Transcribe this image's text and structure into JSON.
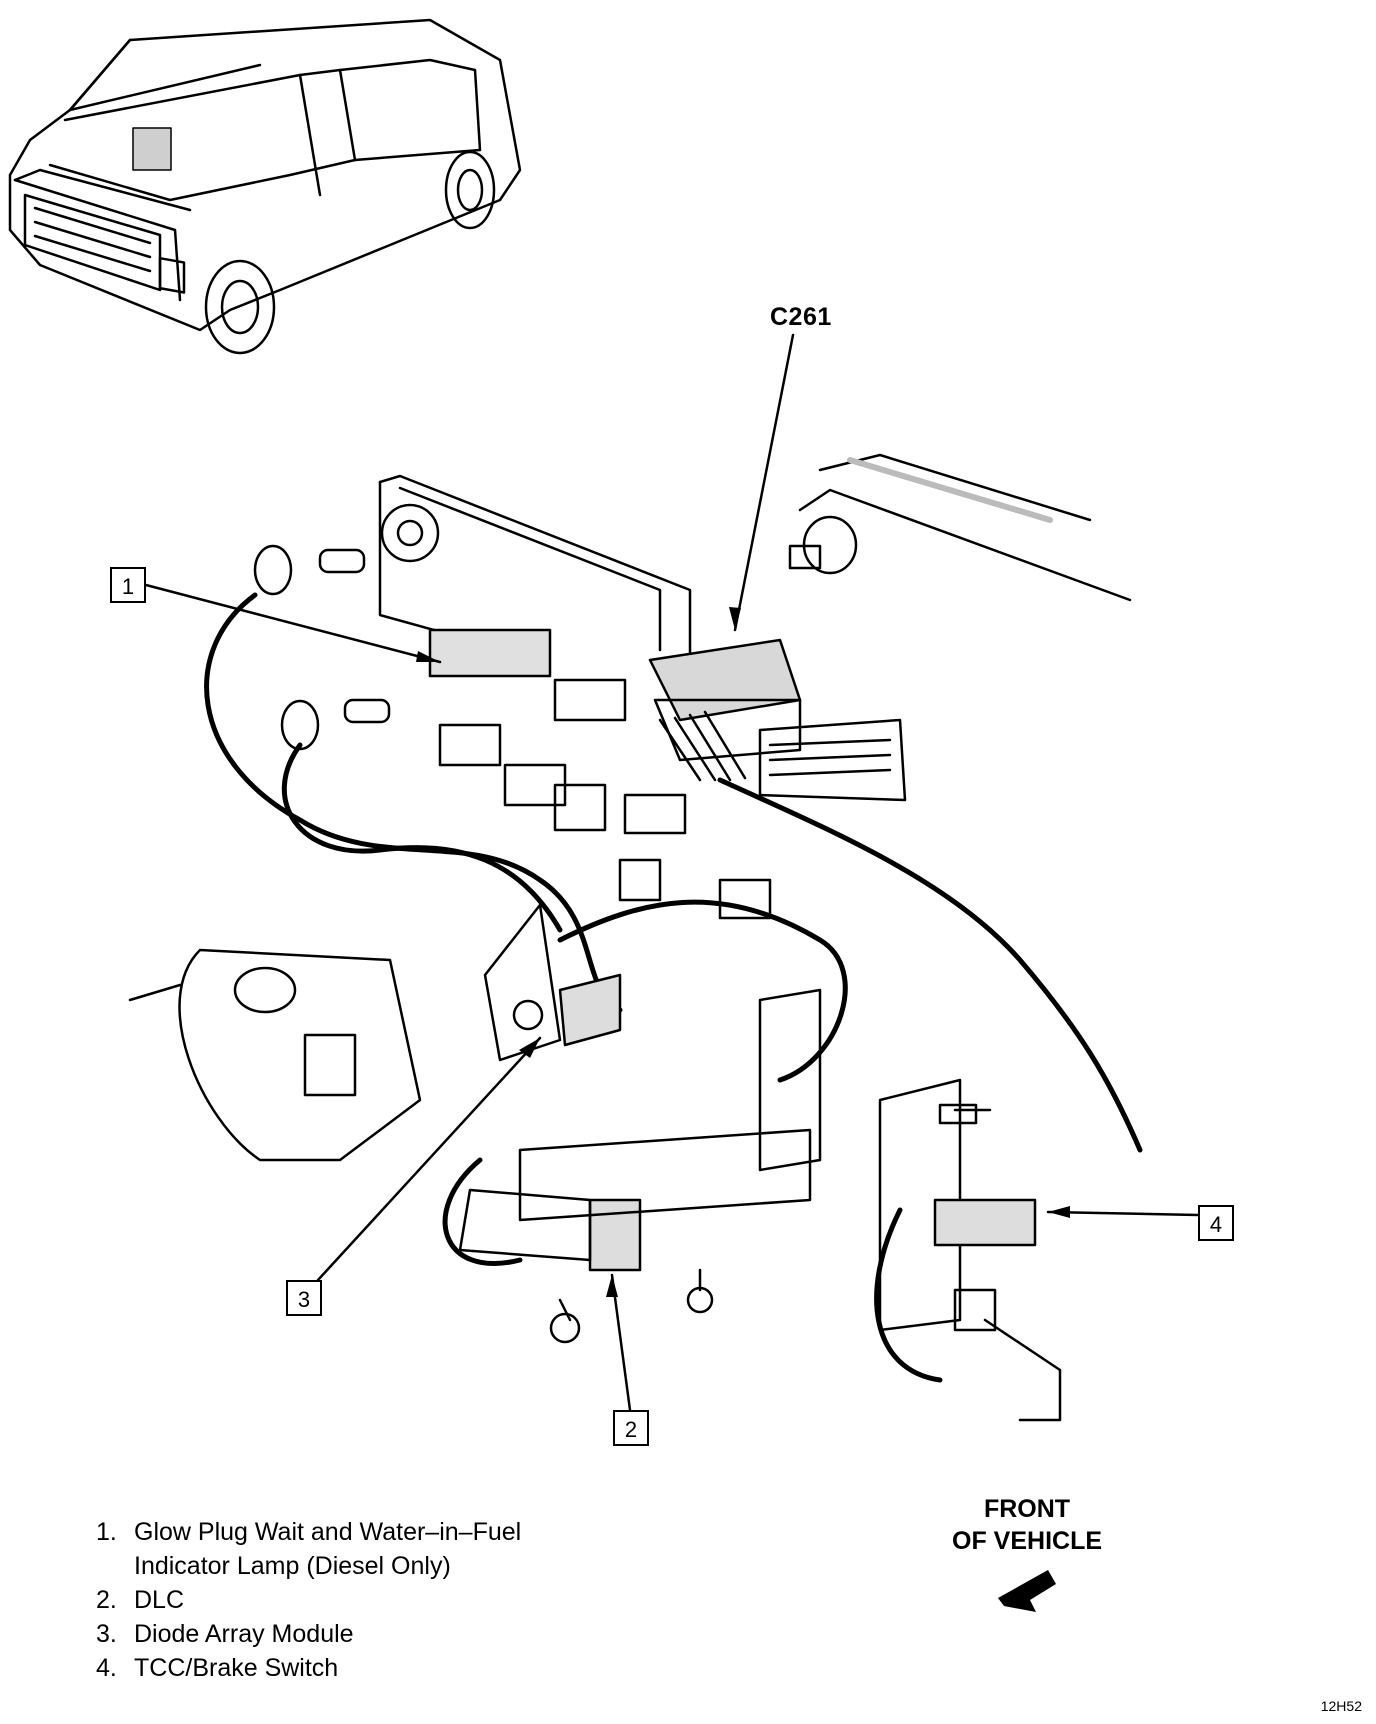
{
  "diagram": {
    "connector_label": "C261",
    "callouts": [
      "1",
      "2",
      "3",
      "4"
    ],
    "legend": [
      {
        "num": "1.",
        "text": "Glow Plug Wait and Water–in–Fuel",
        "text2": "Indicator Lamp (Diesel Only)"
      },
      {
        "num": "2.",
        "text": "DLC"
      },
      {
        "num": "3.",
        "text": "Diode Array Module"
      },
      {
        "num": "4.",
        "text": "TCC/Brake Switch"
      }
    ],
    "direction_label_line1": "FRONT",
    "direction_label_line2": "OF VEHICLE",
    "figure_id": "12H52"
  }
}
